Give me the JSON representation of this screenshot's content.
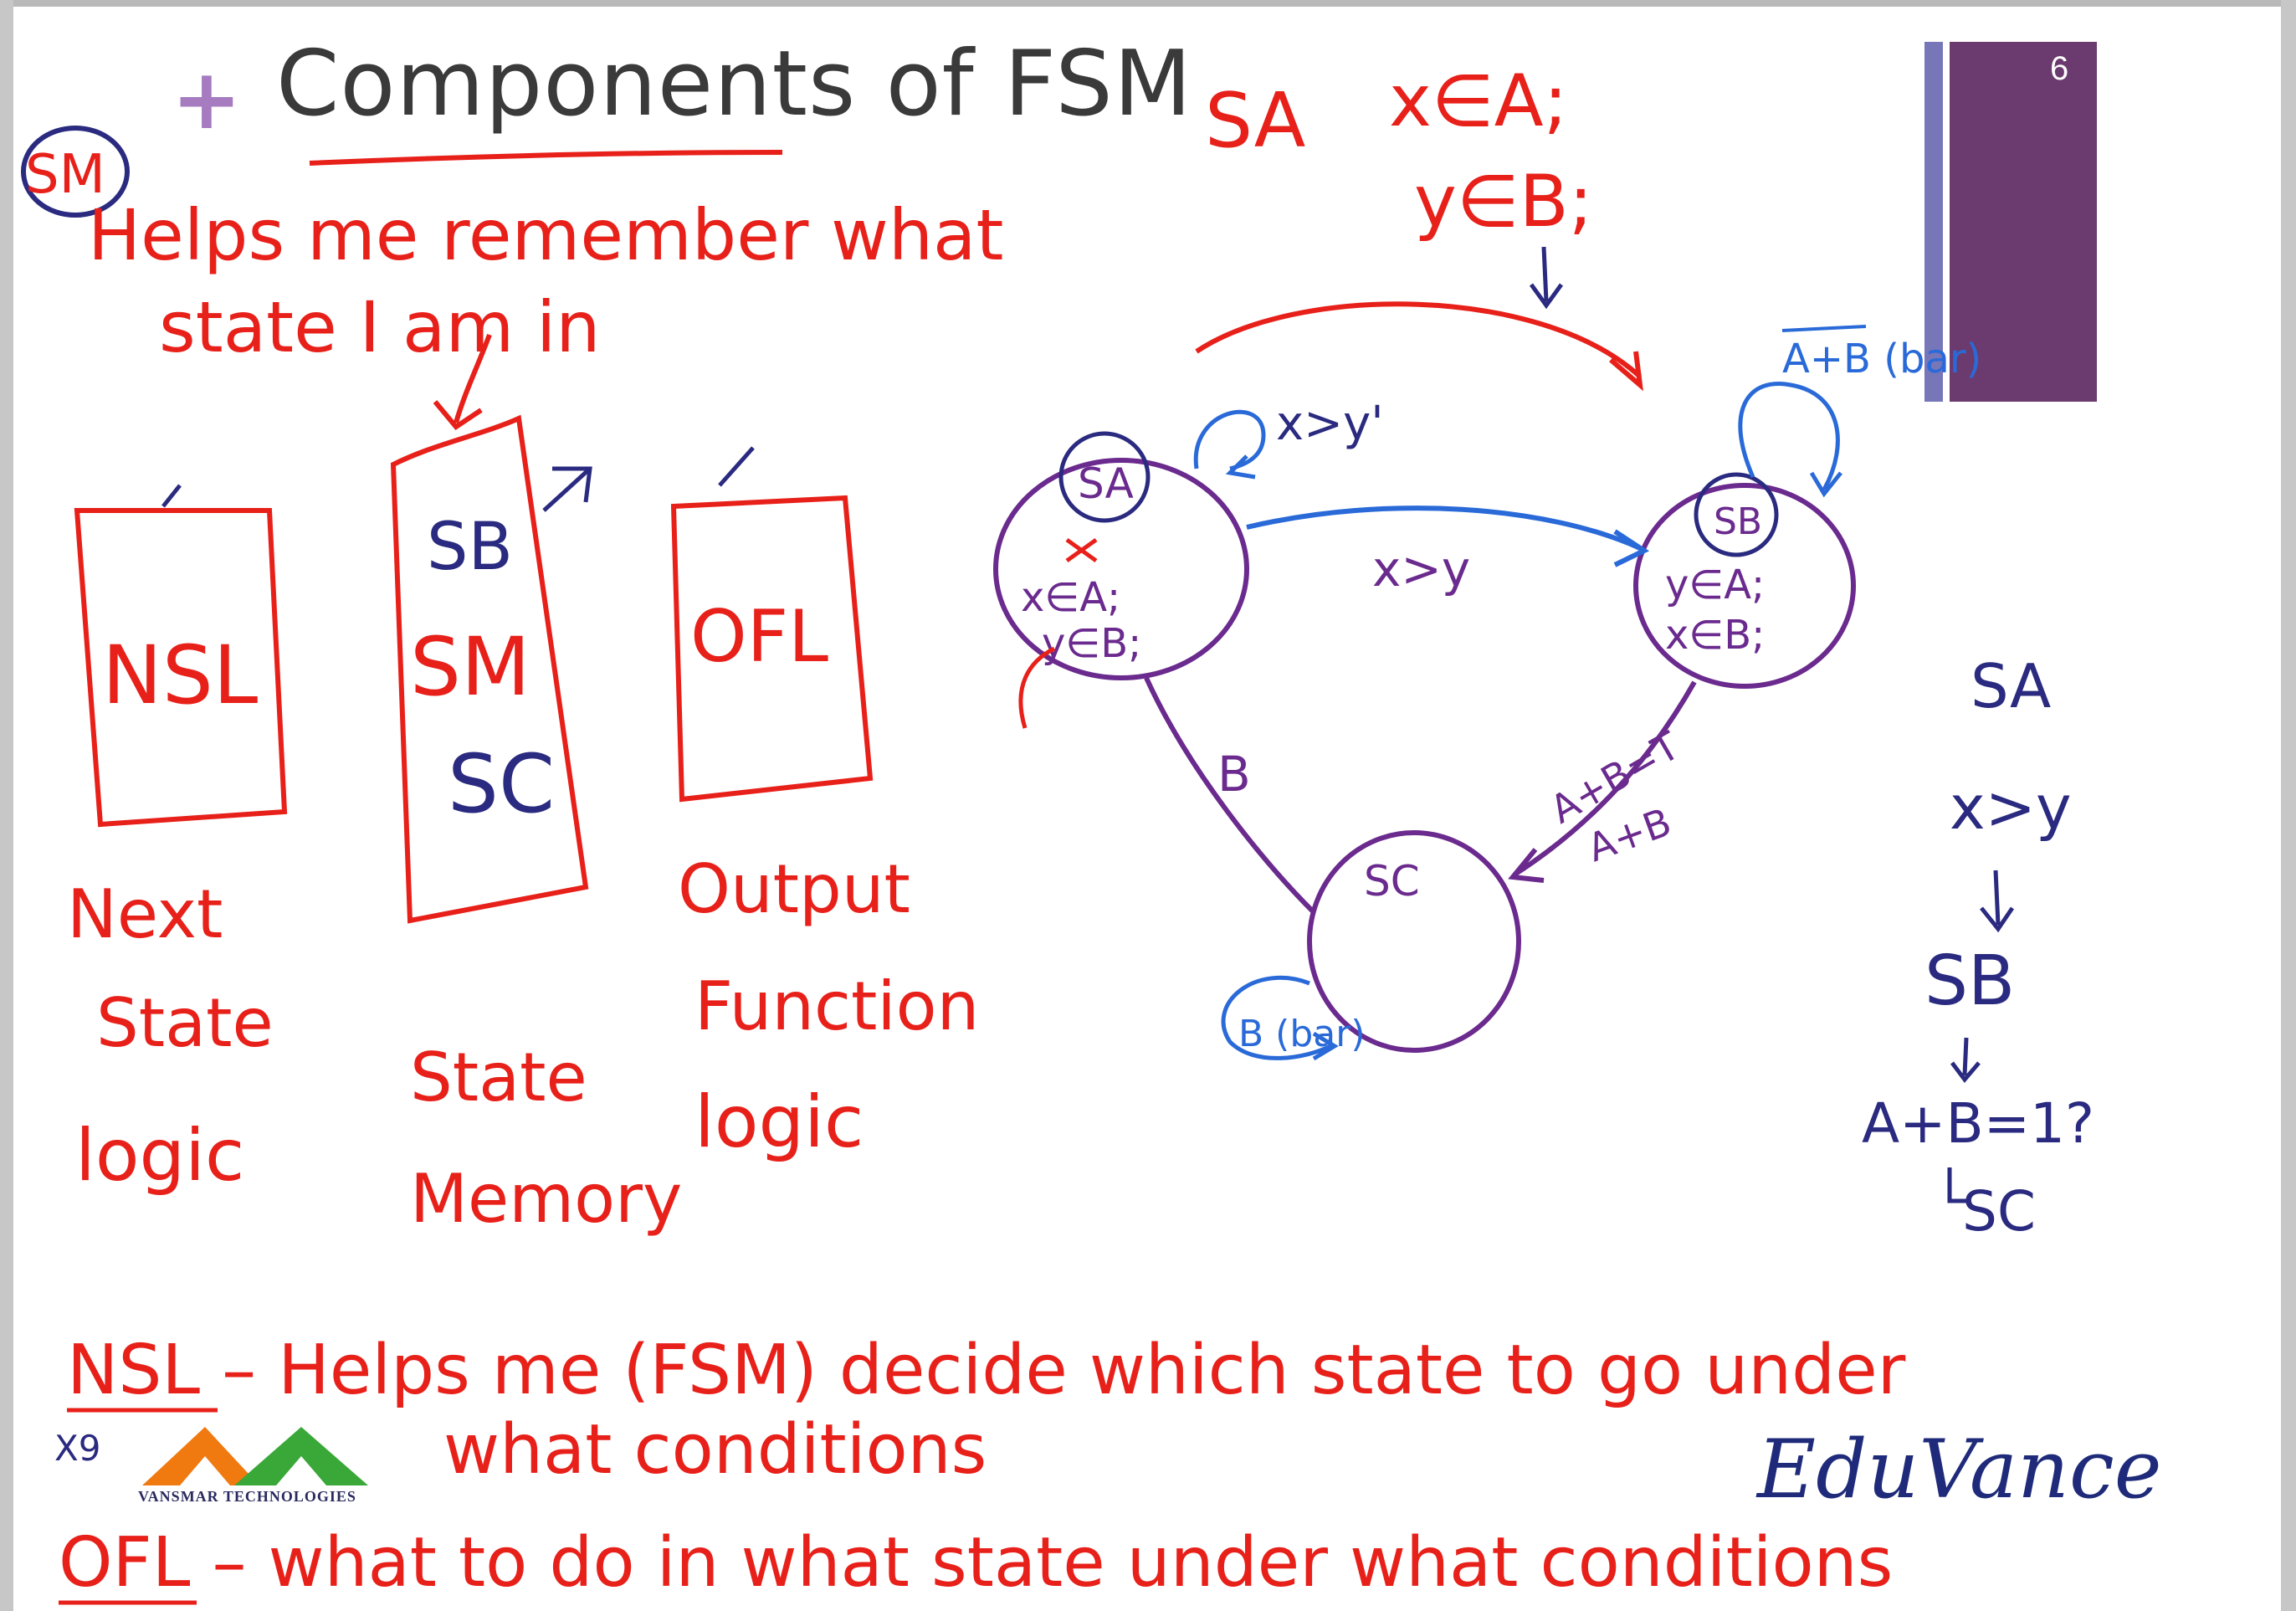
{
  "slide": {
    "title": "Components of FSM",
    "page_number": "6"
  },
  "annotations": {
    "sm_circle": "SM",
    "helps_line1": "Helps me remember what",
    "helps_line2": "state I am in",
    "sa_label": "SA",
    "x_in_a": "x∈A;",
    "y_in_b": "y∈B;",
    "nsl_box": "NSL",
    "sm_box_top": "SB",
    "sm_box_mid": "SM",
    "sm_box_bot": "SC",
    "ofl_box": "OFL",
    "next_state_logic_1": "Next",
    "next_state_logic_2": "State",
    "next_state_logic_3": "logic",
    "state_memory_1": "State",
    "state_memory_2": "Memory",
    "output_fn_1": "Output",
    "output_fn_2": "Function",
    "output_fn_3": "logic",
    "nsl_def_1": "NSL – Helps me (FSM) decide which state to go under",
    "nsl_def_2": "what conditions",
    "ofl_def": "OFL – what to do in what state under what conditions",
    "side_sa": "SA",
    "side_cond": "x>y",
    "side_sb": "SB",
    "side_cond2": "A+B=1?",
    "side_sc": "SC"
  },
  "diagram": {
    "states": [
      {
        "id": "SA",
        "label": "SA",
        "lines": [
          "x∈A;",
          "y∈B;"
        ]
      },
      {
        "id": "SB",
        "label": "SB",
        "lines": [
          "y∈A;",
          "x∈B;"
        ]
      },
      {
        "id": "SC",
        "label": "SC",
        "lines": []
      }
    ],
    "transitions": [
      {
        "from": "SA",
        "to": "SA",
        "label": "x>y'"
      },
      {
        "from": "SA",
        "to": "SB",
        "label": "x>y"
      },
      {
        "from": "SB",
        "to": "SB",
        "label": "A+B (bar)"
      },
      {
        "from": "SA",
        "to": "SC",
        "label": "B"
      },
      {
        "from": "SB",
        "to": "SC",
        "label": "A+B=T"
      },
      {
        "from": "SB",
        "to": "SC",
        "label": "A+B"
      },
      {
        "from": "SC",
        "to": "SC",
        "label": "B (bar)"
      }
    ]
  },
  "branding": {
    "company": "EduVance",
    "footer_mark": "X9",
    "logo_caption": "VANSMAR TECHNOLOGIES"
  },
  "colors": {
    "ink_red": "#e8201a",
    "ink_blue": "#2a2a80",
    "ink_purple": "#6a2a8e",
    "ink_lightblue": "#2a6ad8",
    "page_box": "#6b3a6e",
    "accent_plus": "#a67bc0"
  }
}
